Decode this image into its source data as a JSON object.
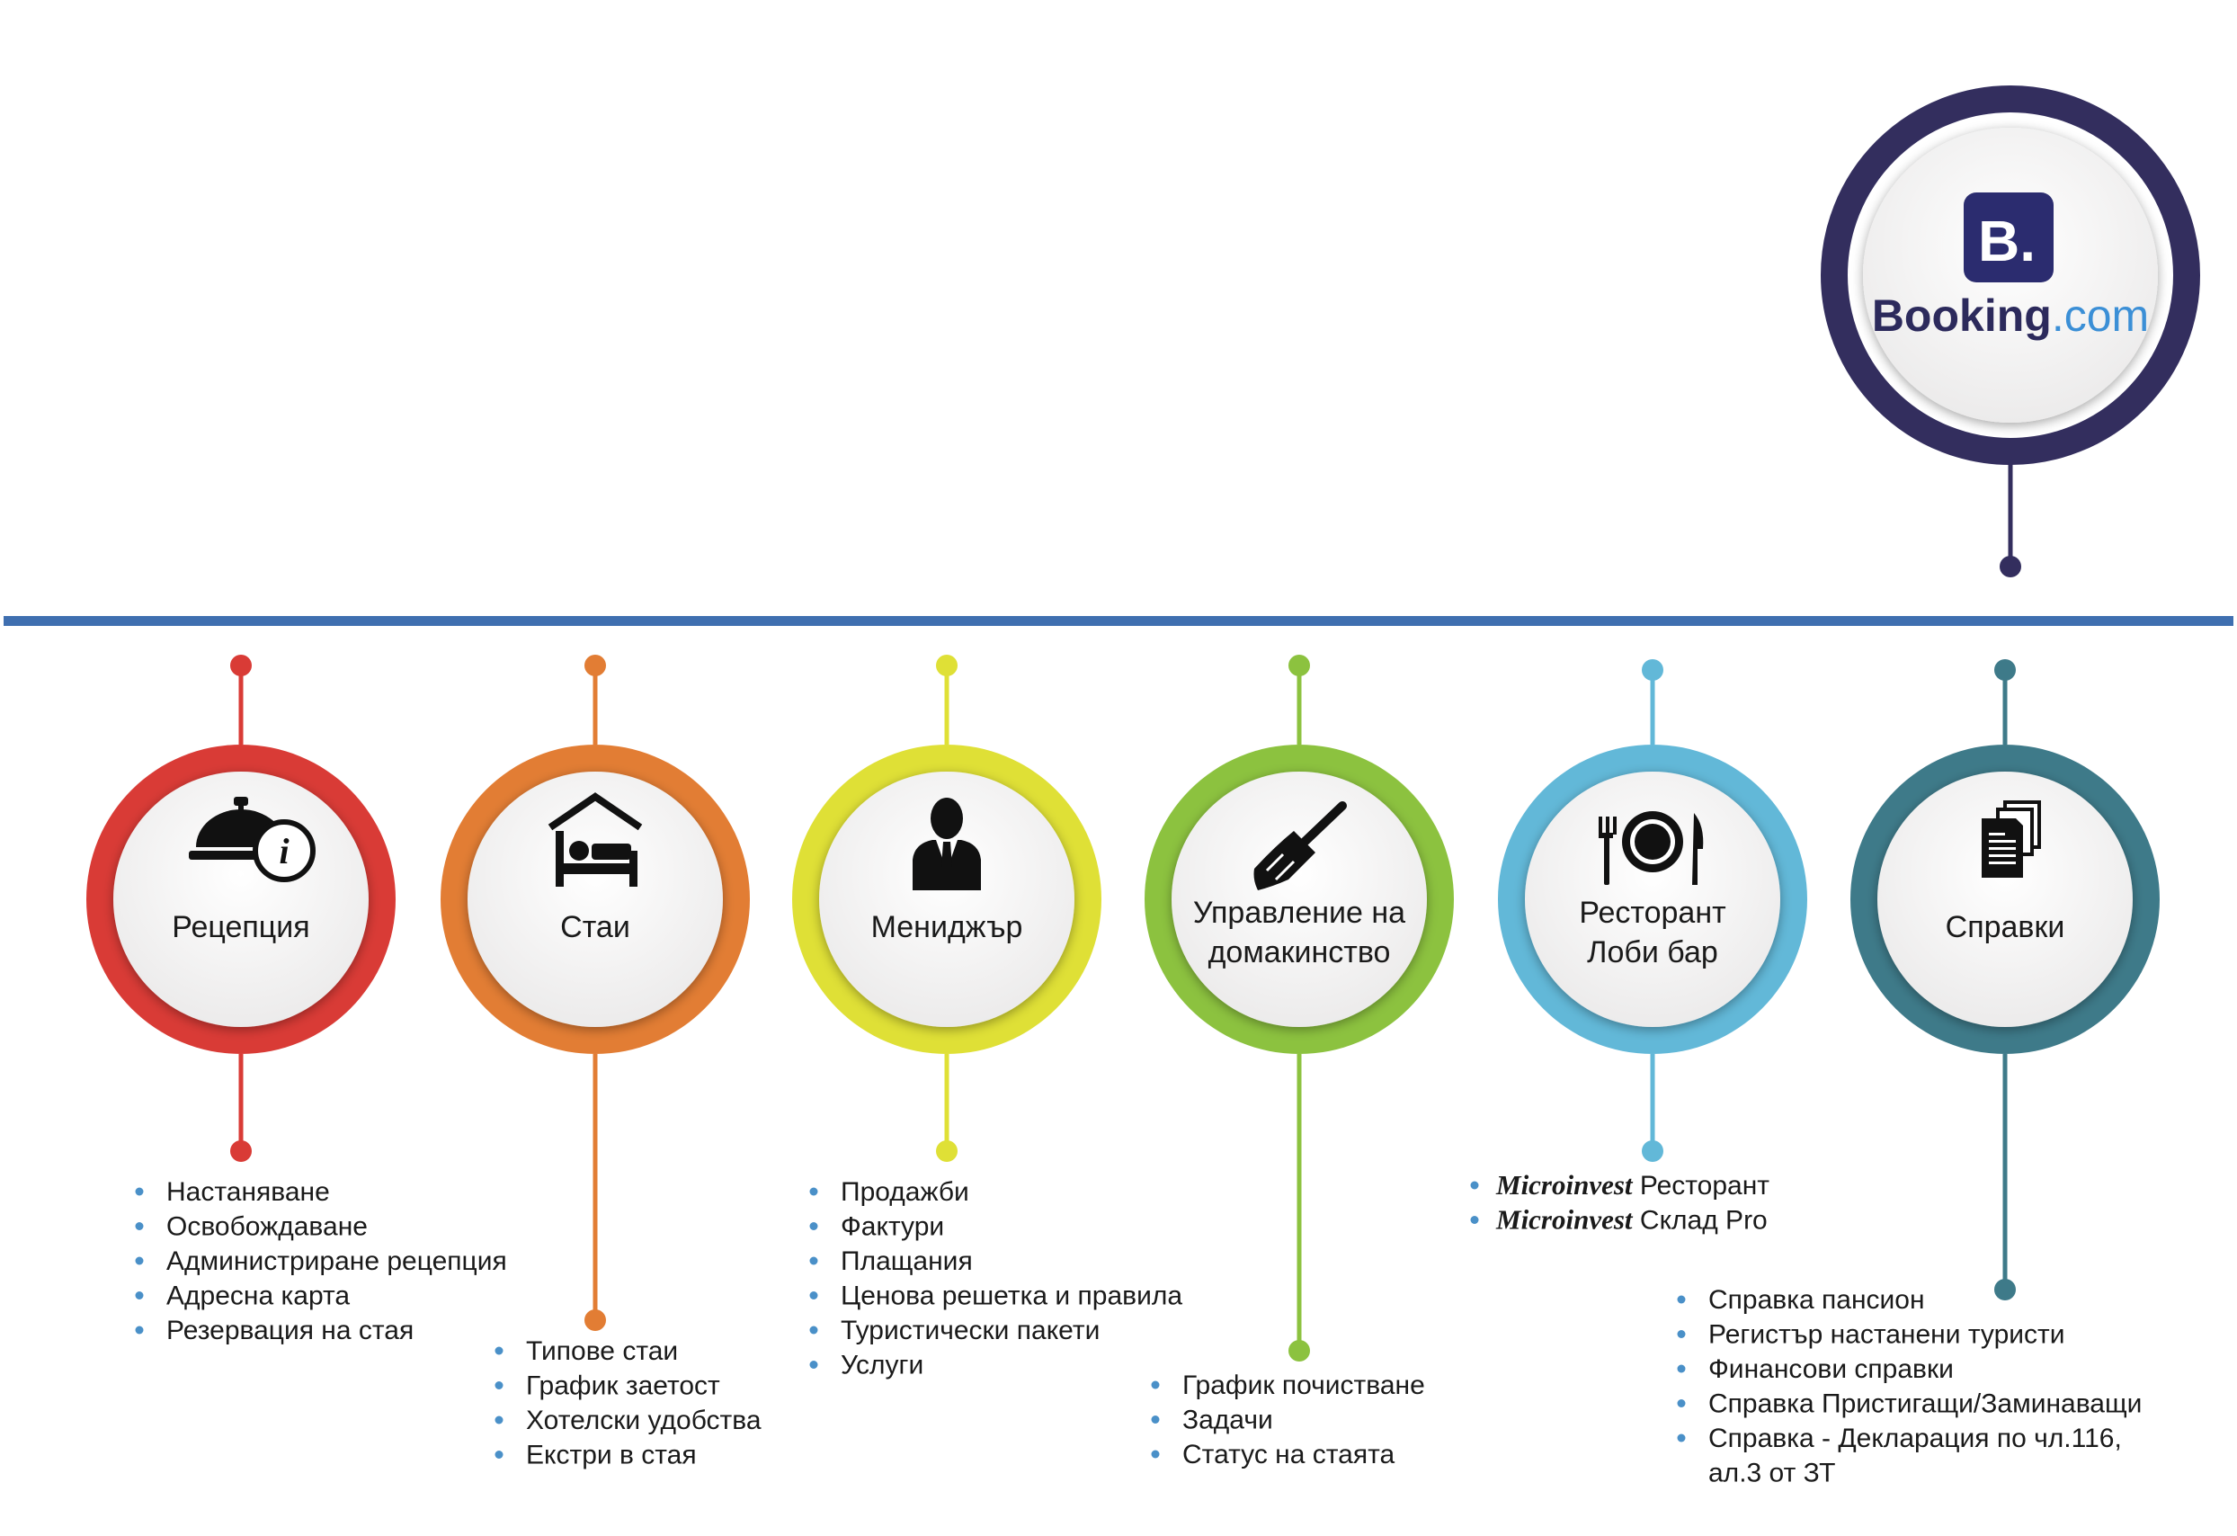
{
  "booking": {
    "badge_letter": "B.",
    "wordmark_main": "Booking",
    "wordmark_suffix": ".com",
    "colors": {
      "ring": "#332e5e",
      "badge": "#2b2c6f",
      "wordmark": "#2c2a5c",
      "suffix": "#3b8fd6",
      "dot": "#6aa6e8"
    }
  },
  "timeline_color": "#3f6fb0",
  "nodes": [
    {
      "id": "recepcia",
      "label_lines": [
        "Рецепция"
      ],
      "icon": "reception-bell-icon",
      "color": "#d93b36",
      "items": [
        "Настаняване",
        "Освобождаване",
        "Администриране рецепция",
        "Адресна карта",
        "Резервация на стая"
      ]
    },
    {
      "id": "stai",
      "label_lines": [
        "Стаи"
      ],
      "icon": "bed-icon",
      "color": "#e27d34",
      "items": [
        "Типове стаи",
        "График заетост",
        "Хотелски удобства",
        "Екстри в стая"
      ]
    },
    {
      "id": "manager",
      "label_lines": [
        "Мениджър"
      ],
      "icon": "manager-icon",
      "color": "#dfe036",
      "items": [
        "Продажби",
        "Фактури",
        "Плащания",
        "Ценова решетка и правила",
        "Туристически пакети",
        "Услуги"
      ]
    },
    {
      "id": "housekeeping",
      "label_lines": [
        "Управление на",
        "домакинство"
      ],
      "icon": "broom-icon",
      "color": "#8cc23f",
      "items": [
        "График почистване",
        "Задачи",
        "Статус на стаята"
      ]
    },
    {
      "id": "restaurant",
      "label_lines": [
        "Ресторант",
        "Лоби бар"
      ],
      "icon": "restaurant-icon",
      "color": "#62b8d8",
      "items_rich": [
        {
          "brand": "Microinvest",
          "rest": " Ресторант"
        },
        {
          "brand": "Microinvest",
          "rest": " Склад Pro"
        }
      ]
    },
    {
      "id": "reports",
      "label_lines": [
        "Справки"
      ],
      "icon": "documents-icon",
      "color": "#3e7a89",
      "items": [
        "Справка пансион",
        "Регистър настанени туристи",
        "Финансови справки",
        "Справка Пристигащи/Заминаващи",
        "Справка - Декларация по чл.116,",
        "ал.3 от ЗТ"
      ]
    }
  ]
}
